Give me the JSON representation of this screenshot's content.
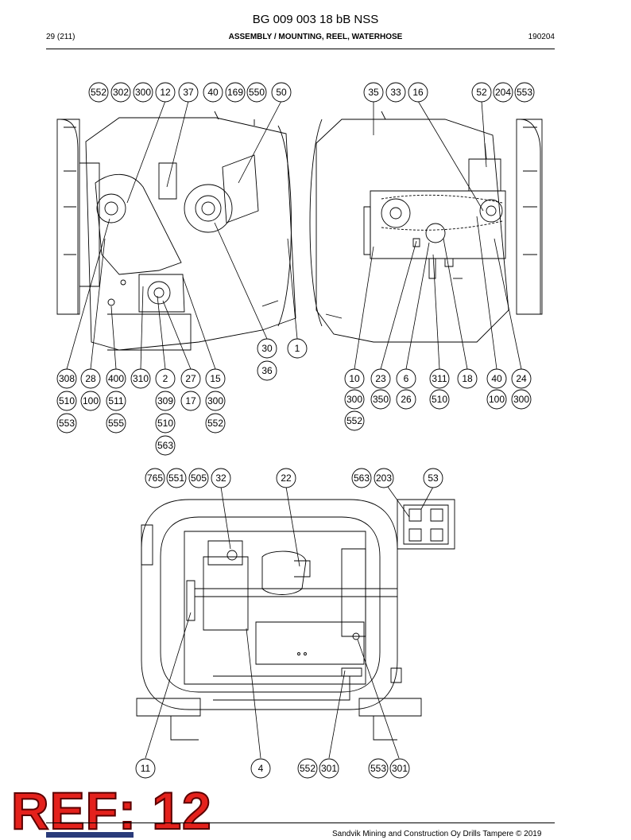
{
  "header": {
    "doc_id": "BG 009 003 18 bB NSS",
    "page": "29 (211)",
    "title": "ASSEMBLY / MOUNTING, REEL, WATERHOSE",
    "date_code": "190204"
  },
  "callouts": {
    "top_left_row": [
      "552",
      "302",
      "300",
      "12",
      "37",
      "40",
      "169",
      "550",
      "50"
    ],
    "top_right_row": [
      "35",
      "33",
      "16",
      "52",
      "204",
      "553"
    ],
    "middle_left": [
      "30",
      "36",
      "1"
    ],
    "left_group": [
      "308",
      "510",
      "553",
      "28",
      "100",
      "400",
      "511",
      "555",
      "310",
      "2",
      "309",
      "510",
      "563",
      "27",
      "17",
      "15",
      "300",
      "552"
    ],
    "right_group": [
      "10",
      "300",
      "552",
      "23",
      "350",
      "6",
      "26",
      "311",
      "510",
      "18",
      "40",
      "100",
      "24",
      "300"
    ],
    "bottom_top_row": [
      "765",
      "551",
      "505",
      "32",
      "22",
      "563",
      "203",
      "53"
    ],
    "bottom_row": [
      "11",
      "4",
      "552",
      "301",
      "553",
      "301"
    ]
  },
  "ref_label": "REF: 12",
  "footer": {
    "copyright": "Sandvik Mining and Construction Oy Drills Tampere © 2019"
  }
}
